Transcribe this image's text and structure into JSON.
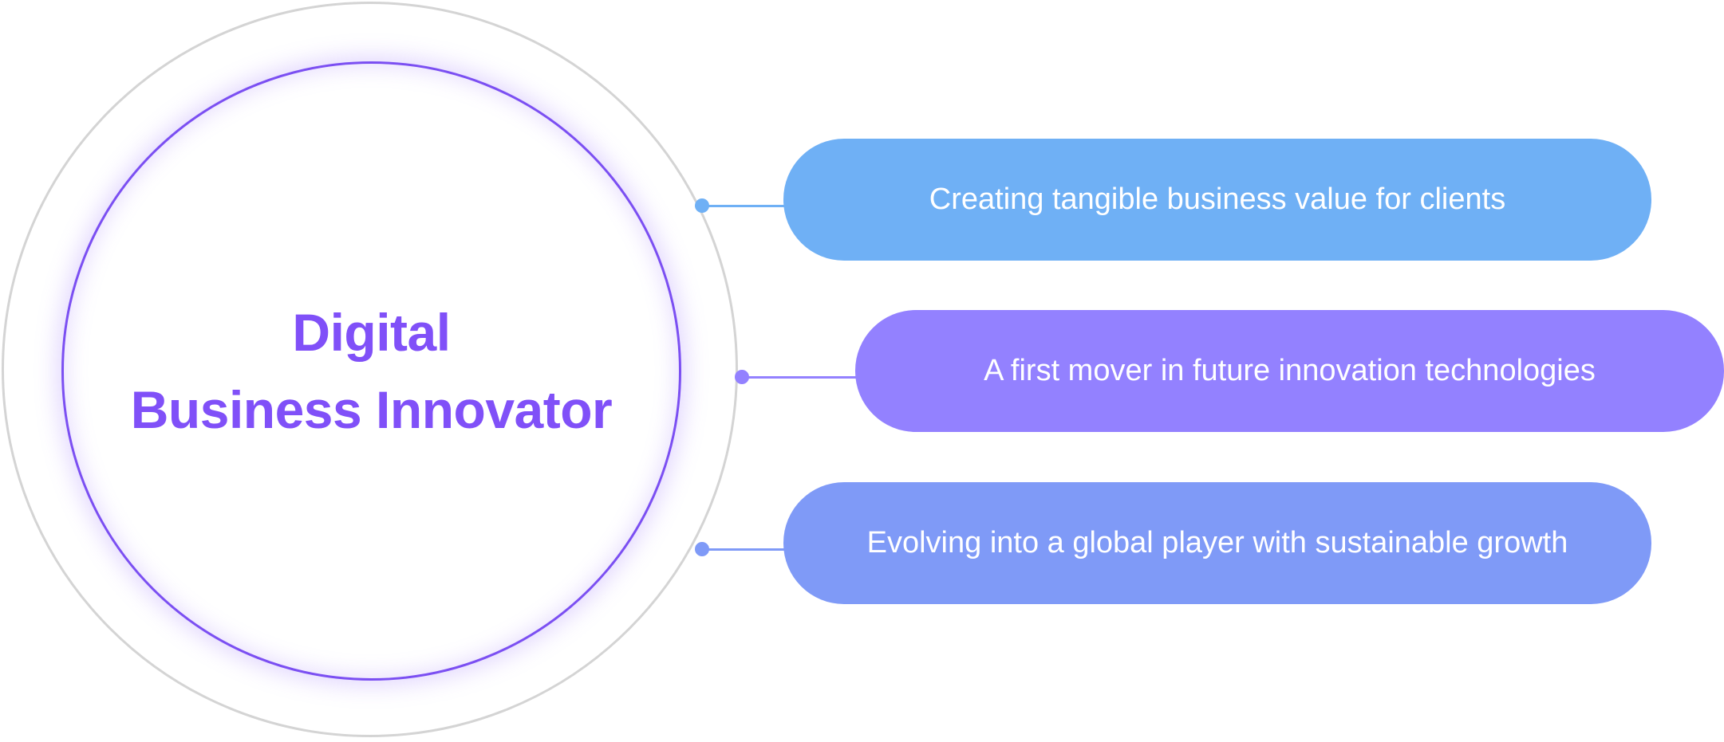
{
  "center": {
    "title_line_1": "Digital",
    "title_line_2": "Business Innovator",
    "title_color": "#8050f8",
    "ring_color": "#7b4ff2",
    "outer_ring_color": "#d4d4d4"
  },
  "items": [
    {
      "label": "Creating tangible business value for clients",
      "color": "#6fb0f5"
    },
    {
      "label": "A first mover in future innovation technologies",
      "color": "#9381ff"
    },
    {
      "label": "Evolving into a global player with sustainable growth",
      "color": "#7f9af7"
    }
  ]
}
